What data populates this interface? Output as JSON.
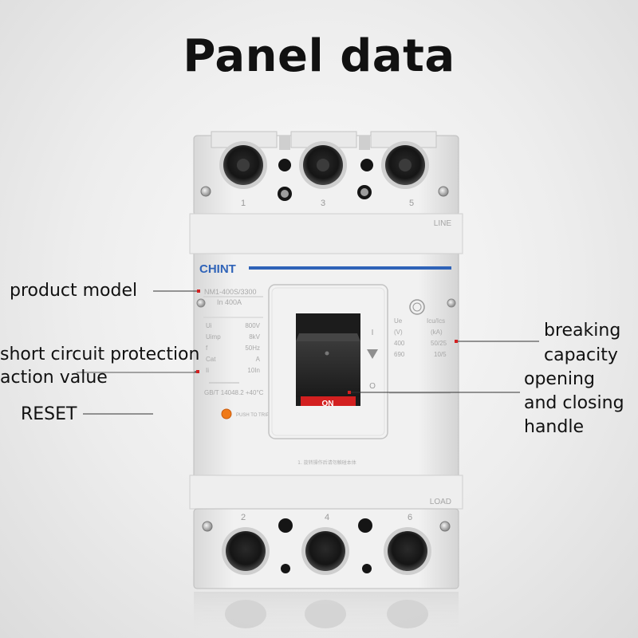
{
  "title": "Panel data",
  "callouts": {
    "product_model": "product model",
    "short_circuit_line1": "short circuit protection",
    "short_circuit_line2": "action value",
    "reset": "RESET",
    "breaking_line1": "breaking",
    "breaking_line2": "capacity",
    "handle_line1": "opening",
    "handle_line2": "and closing",
    "handle_line3": "handle"
  },
  "breaker": {
    "brand": "CHINT",
    "model": "NM1-400S/3300",
    "in_rating": "In 400A",
    "line_label": "LINE",
    "load_label": "LOAD",
    "terminal_top": [
      "1",
      "3",
      "5"
    ],
    "terminal_bottom": [
      "2",
      "4",
      "6"
    ],
    "handle_on": "ON",
    "push_to_trip": "PUSH TO TRIP",
    "standard": "GB/T 14048.2 +40°C",
    "specs_left": [
      [
        "Ui",
        "800V"
      ],
      [
        "Uimp",
        "8kV"
      ],
      [
        "f",
        "50Hz"
      ],
      [
        "Cat",
        "A"
      ],
      [
        "Ii",
        "10In"
      ]
    ],
    "specs_right_head": [
      "Ue",
      "Icu/Ics"
    ],
    "specs_right_units": [
      "(V)",
      "(kA)"
    ],
    "specs_right_rows": [
      [
        "400",
        "50/25"
      ],
      [
        "690",
        "10/5"
      ]
    ],
    "handle_marks": [
      "I",
      "O"
    ],
    "footer_note": "1. 旋转操作后请勿触碰本体"
  },
  "colors": {
    "accent_blue": "#2f63b8",
    "handle_red": "#d32020",
    "reset_orange": "#f07a18",
    "marker_red": "#d32020"
  }
}
